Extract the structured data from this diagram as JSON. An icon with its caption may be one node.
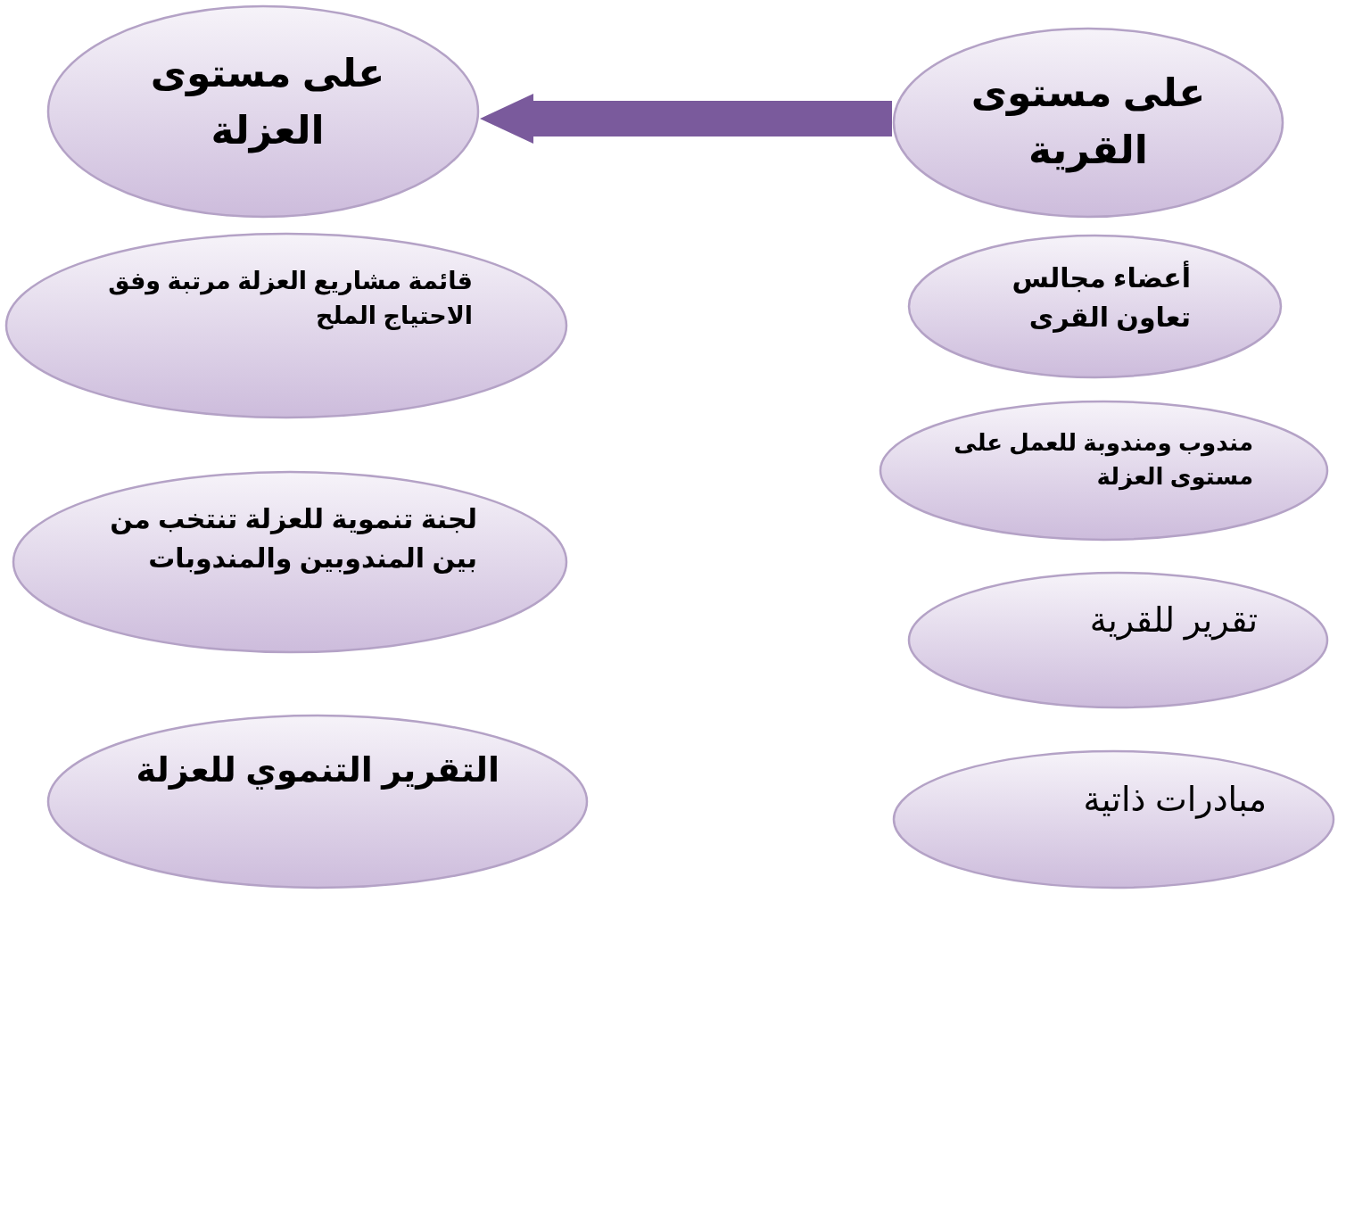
{
  "diagram": {
    "nodes": [
      {
        "text": [
          "على مستوى العزلة"
        ]
      },
      {
        "text": [
          "على مستوى القرية"
        ]
      },
      {
        "text": [
          "قائمة مشاريع العزلة مرتبة وفق الاحتياج الملح"
        ]
      },
      {
        "text": [
          "أعضاء مجالس تعاون القرى"
        ]
      },
      {
        "text": [
          "مندوب ومندوبة للعمل على مستوى العزلة"
        ]
      },
      {
        "text": [
          "لجنة تنموية للعزلة تنتخب من بين المندوبين والمندوبات"
        ]
      },
      {
        "text": [
          "تقرير للقرية"
        ]
      },
      {
        "text": [
          "التقرير التنموي للعزلة"
        ]
      },
      {
        "text": [
          "مبادرات ذاتية"
        ]
      }
    ],
    "edges": [
      {
        "from": 1,
        "to": 0,
        "arrow": "to"
      }
    ]
  }
}
